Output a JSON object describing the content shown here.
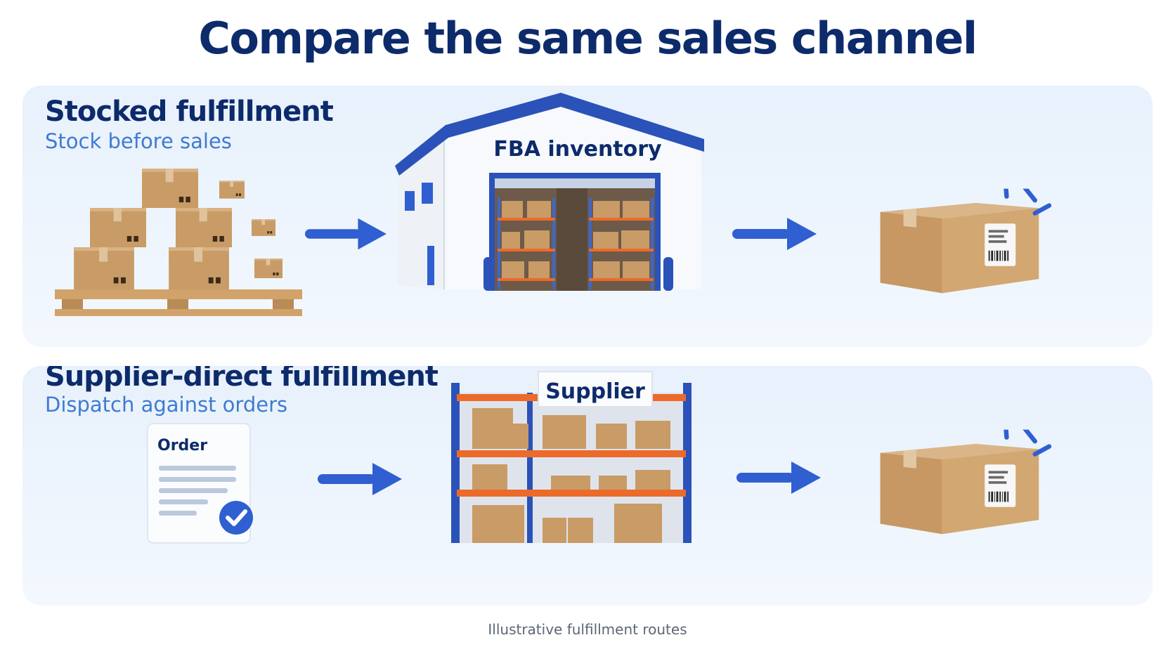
{
  "title": "Compare the same sales channel",
  "rows": [
    {
      "title": "Stocked fulfillment",
      "subtitle": "Stock before sales",
      "source_icon": "pallet-of-boxes-icon",
      "hub_icon": "warehouse-icon",
      "hub_label": "FBA inventory",
      "result_icon": "shipped-package-icon"
    },
    {
      "title": "Supplier-direct fulfillment",
      "subtitle": "Dispatch against orders",
      "source_icon": "order-document-icon",
      "source_label": "Order",
      "hub_icon": "supplier-shelving-icon",
      "hub_label": "Supplier",
      "result_icon": "shipped-package-icon"
    }
  ],
  "footnote": "Illustrative fulfillment routes",
  "colors": {
    "navy": "#0d2b6b",
    "accent_blue": "#2f5fd0",
    "subtitle_blue": "#3f7bd1",
    "cardboard": "#caa06e",
    "shelf_orange": "#ec6a2a"
  }
}
